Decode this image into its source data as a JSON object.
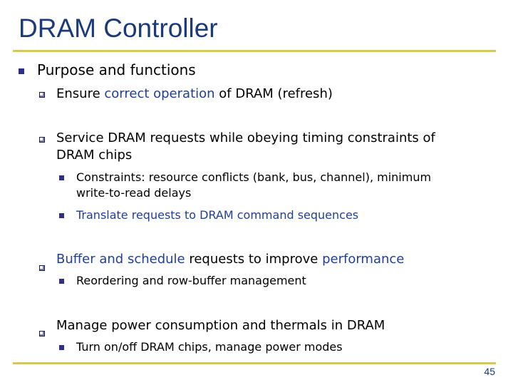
{
  "slide": {
    "title": "DRAM Controller",
    "page_number": "45"
  },
  "content": {
    "l1": {
      "text": "Purpose and functions"
    },
    "ensure": {
      "pre": "Ensure ",
      "hl": "correct operation",
      "post": " of DRAM (refresh)"
    },
    "service": {
      "line1": "Service DRAM requests while obeying timing constraints of",
      "line2": "DRAM chips"
    },
    "constraints": {
      "line1": "Constraints: resource conflicts (bank, bus, channel), minimum",
      "line2": "write-to-read delays"
    },
    "translate": {
      "text": "Translate requests to DRAM command sequences"
    },
    "buffer": {
      "hl1": "Buffer and schedule",
      "mid": " requests to improve ",
      "hl2": "performance"
    },
    "reorder": {
      "text": "Reordering and row-buffer management"
    },
    "power": {
      "text": "Manage power consumption and thermals in DRAM"
    },
    "turn": {
      "text": "Turn on/off DRAM chips, manage power modes"
    }
  },
  "colors": {
    "title": "#1a3a78",
    "highlight": "#1f3f99",
    "rule": "#d8c56a"
  }
}
